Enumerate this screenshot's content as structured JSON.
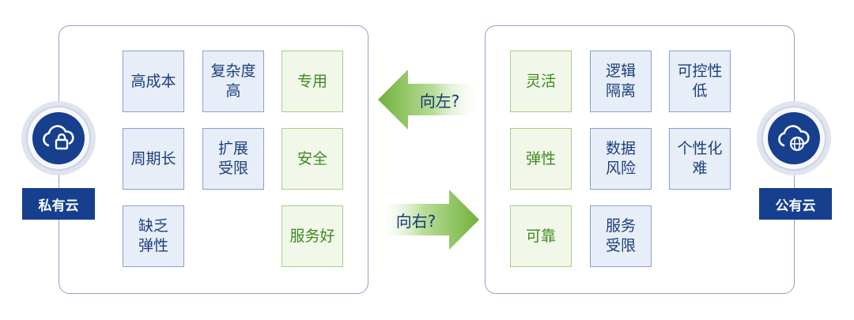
{
  "private_cloud": {
    "label": "私有云",
    "icon": "cloud-lock-icon",
    "cells": [
      {
        "text": "高成本",
        "style": "blue"
      },
      {
        "text": "复杂度\n高",
        "style": "blue"
      },
      {
        "text": "专用",
        "style": "green"
      },
      {
        "text": "周期长",
        "style": "blue"
      },
      {
        "text": "扩展\n受限",
        "style": "blue"
      },
      {
        "text": "安全",
        "style": "green"
      },
      {
        "text": "缺乏\n弹性",
        "style": "blue"
      },
      {
        "text": "服务好",
        "style": "green"
      }
    ]
  },
  "public_cloud": {
    "label": "公有云",
    "icon": "cloud-globe-icon",
    "cells": [
      {
        "text": "灵活",
        "style": "green"
      },
      {
        "text": "逻辑\n隔离",
        "style": "blue"
      },
      {
        "text": "可控性\n低",
        "style": "blue"
      },
      {
        "text": "弹性",
        "style": "green"
      },
      {
        "text": "数据\n风险",
        "style": "blue"
      },
      {
        "text": "个性化\n难",
        "style": "blue"
      },
      {
        "text": "可靠",
        "style": "green"
      },
      {
        "text": "服务\n受限",
        "style": "blue"
      }
    ]
  },
  "arrows": {
    "left_label": "向左?",
    "right_label": "向右?"
  },
  "colors": {
    "navy": "#163f8e",
    "blue_box_fill": "#e7eef8",
    "blue_box_border": "#8aa0c8",
    "blue_text": "#1b3f7a",
    "green_box_fill": "#f1f8ea",
    "green_box_border": "#a6cf85",
    "green_text": "#3f8a1f",
    "arrow_green": "#7fbf4a"
  }
}
